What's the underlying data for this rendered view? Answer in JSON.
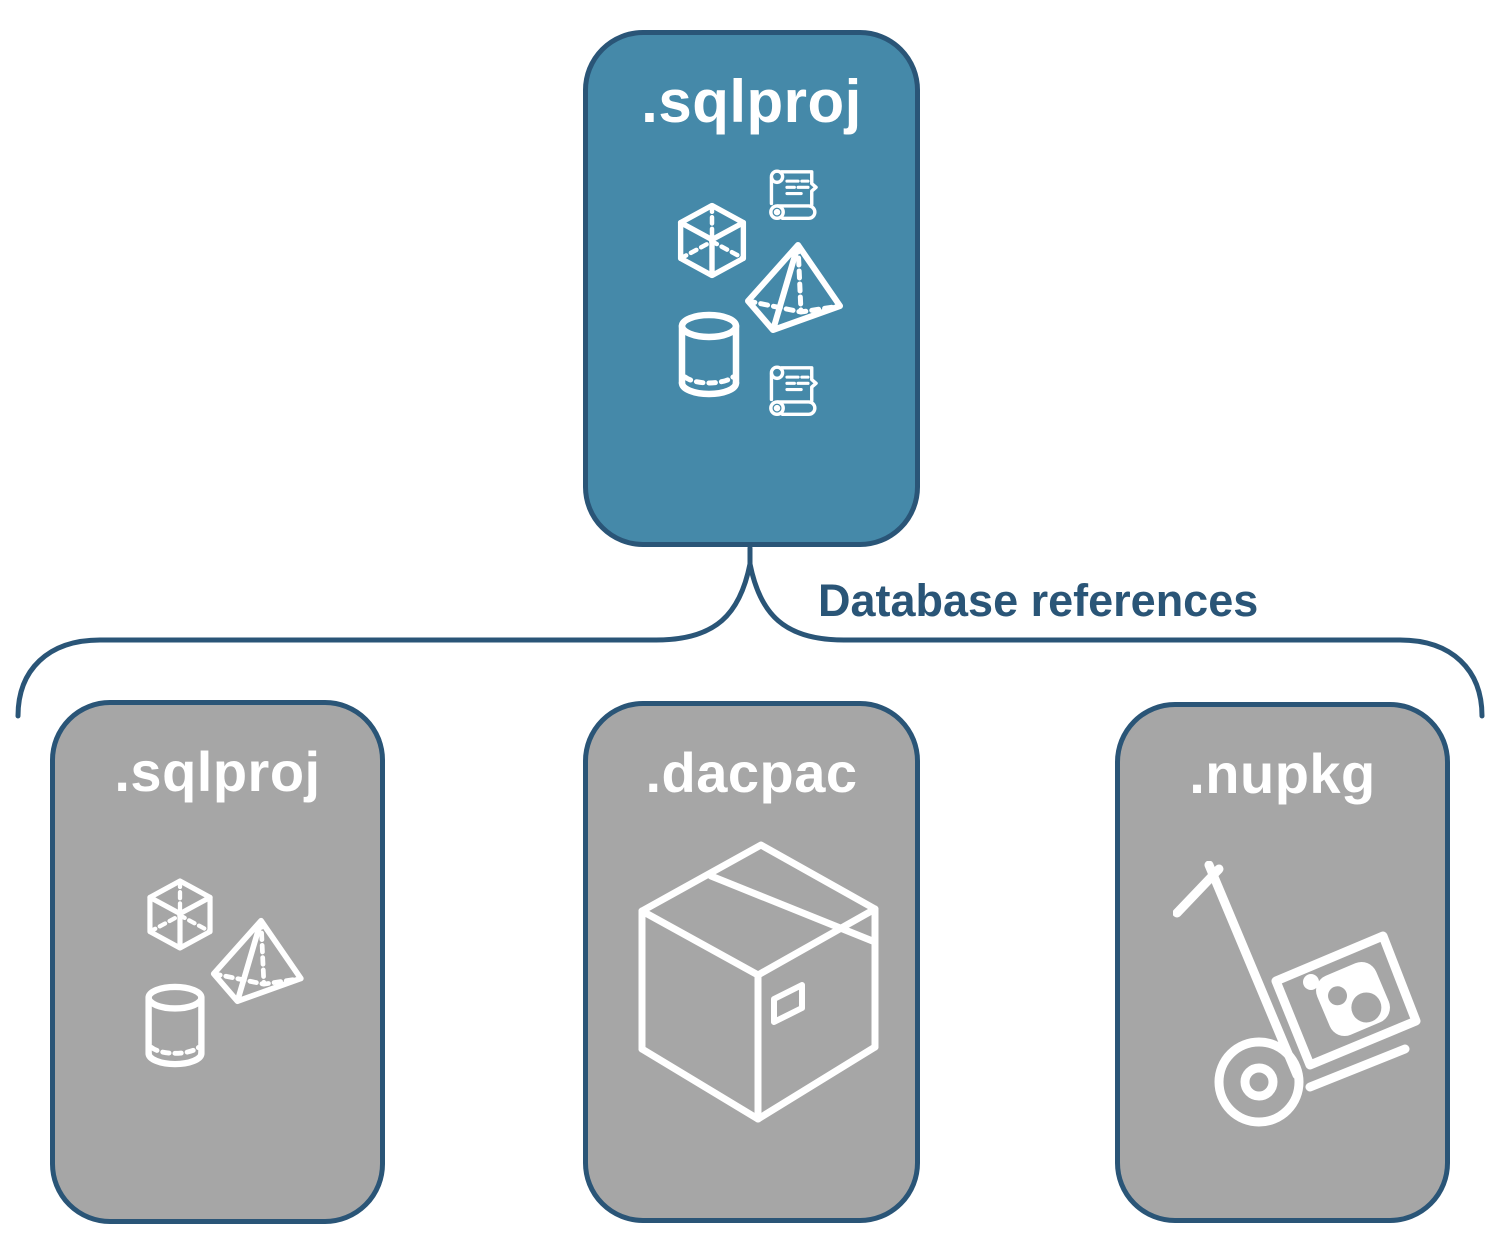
{
  "diagram": {
    "connector_label": "Database references",
    "colors": {
      "background": "#FFFFFF",
      "accent_fill": "#4589A9",
      "node_fill": "#A6A6A6",
      "stroke": "#2A5577",
      "label_text": "#2A5577",
      "icon_color": "#FFFFFF"
    },
    "root_node": {
      "label": ".sqlproj",
      "icons": [
        "scroll-icon",
        "cube-icon",
        "pyramid-icon",
        "cylinder-icon",
        "scroll-icon"
      ]
    },
    "child_nodes": [
      {
        "label": ".sqlproj",
        "icons": [
          "cube-icon",
          "pyramid-icon",
          "cylinder-icon"
        ]
      },
      {
        "label": ".dacpac",
        "icons": [
          "package-box-icon"
        ]
      },
      {
        "label": ".nupkg",
        "icons": [
          "hand-truck-package-icon"
        ]
      }
    ]
  }
}
